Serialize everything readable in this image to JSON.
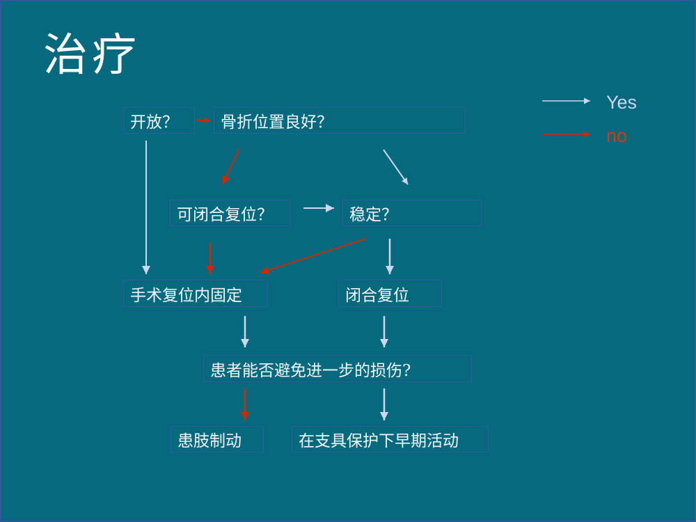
{
  "slide": {
    "title": "治疗"
  },
  "legend": {
    "yes_label": "Yes",
    "no_label": "no"
  },
  "flowchart": {
    "nodes": {
      "open": {
        "label": "开放？"
      },
      "fracture_position_good": {
        "label": "骨折位置良好？"
      },
      "closed_reduction_possible": {
        "label": "可闭合复位？"
      },
      "stable": {
        "label": "稳定？"
      },
      "orif": {
        "label": "手术复位内固定"
      },
      "closed_reduction": {
        "label": "闭合复位"
      },
      "avoid_further_injury": {
        "label": "患者能否避免进一步的损伤?"
      },
      "immobilize_limb": {
        "label": "患肢制动"
      },
      "early_mobilization": {
        "label": "在支具保护下早期活动"
      }
    },
    "edges": [
      {
        "from": "open",
        "to": "fracture_position_good",
        "type": "no"
      },
      {
        "from": "open",
        "to": "orif",
        "type": "yes"
      },
      {
        "from": "fracture_position_good",
        "to": "closed_reduction_possible",
        "type": "no"
      },
      {
        "from": "fracture_position_good",
        "to": "stable",
        "type": "yes"
      },
      {
        "from": "closed_reduction_possible",
        "to": "orif",
        "type": "no"
      },
      {
        "from": "stable",
        "to": "orif",
        "type": "no"
      },
      {
        "from": "stable",
        "to": "closed_reduction",
        "type": "yes"
      },
      {
        "from": "orif",
        "to": "avoid_further_injury",
        "type": "yes"
      },
      {
        "from": "closed_reduction",
        "to": "avoid_further_injury",
        "type": "yes"
      },
      {
        "from": "avoid_further_injury",
        "to": "immobilize_limb",
        "type": "no"
      },
      {
        "from": "avoid_further_injury",
        "to": "early_mobilization",
        "type": "yes"
      }
    ]
  },
  "colors": {
    "background": "#07697e",
    "box_border": "#2d5fa0",
    "box_text": "#f2f6ff",
    "yes_arrow": "#ccd8ef",
    "no_arrow": "#cc2a06",
    "no_label_text": "#d8380a"
  }
}
